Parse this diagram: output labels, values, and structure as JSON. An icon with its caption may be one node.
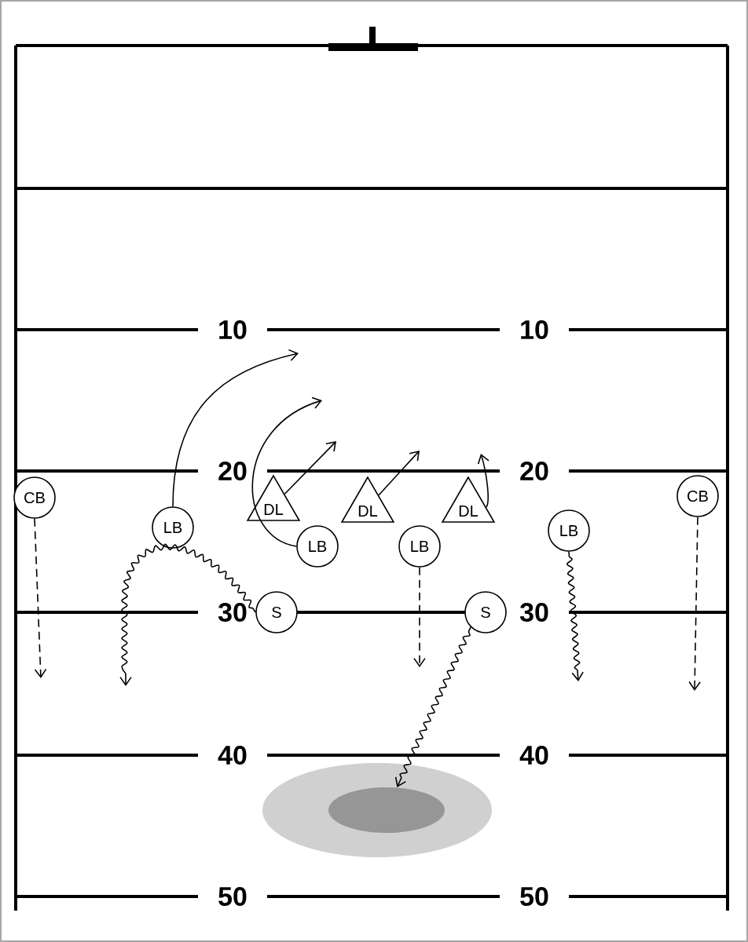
{
  "diagram": {
    "nodes": [
      {
        "text": [
          "CB"
        ]
      },
      {
        "text": [
          "LB"
        ]
      },
      {
        "text": [
          "DL"
        ]
      },
      {
        "text": [
          "LB"
        ]
      },
      {
        "text": [
          "DL"
        ]
      },
      {
        "text": [
          "DL"
        ]
      },
      {
        "text": [
          "LB"
        ]
      },
      {
        "text": [
          "LB"
        ]
      },
      {
        "text": [
          "CB"
        ]
      },
      {
        "text": [
          "S"
        ]
      },
      {
        "text": [
          "S"
        ]
      },
      {
        "text": [],
        "shape": "ellipse"
      },
      {
        "text": [],
        "shape": "ellipse",
        "in": 11
      }
    ],
    "edges": [
      {
        "from": 0,
        "to": null,
        "arrow": "to",
        "style": "dashed"
      },
      {
        "from": 1,
        "to": null,
        "arrow": "to"
      },
      {
        "from": 2,
        "to": null,
        "arrow": "to"
      },
      {
        "from": 3,
        "to": null,
        "arrow": "to"
      },
      {
        "from": 4,
        "to": null,
        "arrow": "to"
      },
      {
        "from": 5,
        "to": null,
        "arrow": "to"
      },
      {
        "from": 6,
        "to": null,
        "arrow": "to",
        "style": "dashed"
      },
      {
        "from": 7,
        "to": null,
        "arrow": "to"
      },
      {
        "from": 8,
        "to": null,
        "arrow": "to",
        "style": "dashed"
      },
      {
        "from": 9,
        "to": null,
        "arrow": "to"
      },
      {
        "from": 10,
        "to": 12,
        "arrow": "to"
      }
    ],
    "labels": [
      "10",
      "10",
      "20",
      "20",
      "30",
      "30",
      "40",
      "40",
      "50",
      "50"
    ]
  }
}
